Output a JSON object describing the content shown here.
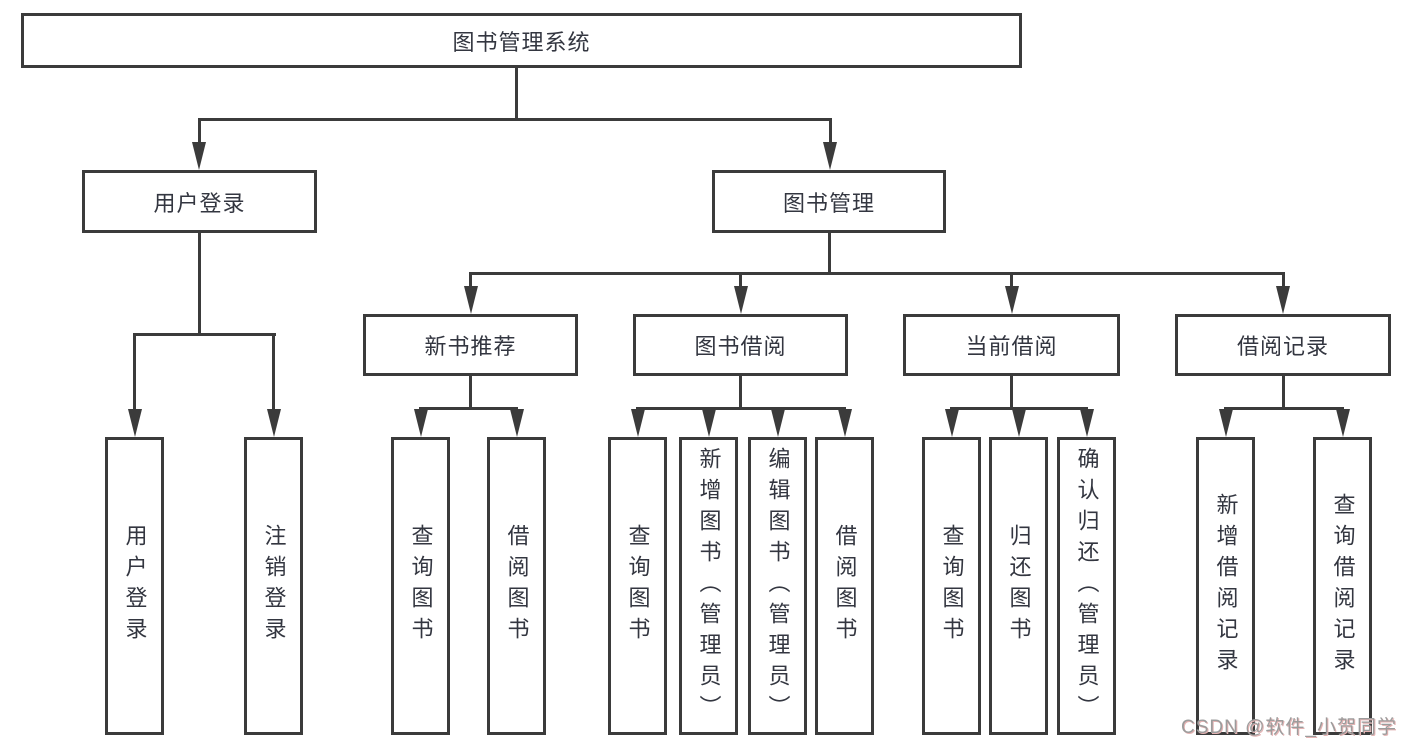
{
  "diagram": {
    "root": {
      "label": "图书管理系统"
    },
    "level2": [
      {
        "label": "用户登录",
        "children": [
          "用户登录",
          "注销登录"
        ]
      },
      {
        "label": "图书管理",
        "children": [
          {
            "label": "新书推荐",
            "children": [
              "查询图书",
              "借阅图书"
            ]
          },
          {
            "label": "图书借阅",
            "children": [
              "查询图书",
              "新增图书（管理员）",
              "编辑图书（管理员）",
              "借阅图书"
            ]
          },
          {
            "label": "当前借阅",
            "children": [
              "查询图书",
              "归还图书",
              "确认归还（管理员）"
            ]
          },
          {
            "label": "借阅记录",
            "children": [
              "新增借阅记录",
              "查询借阅记录"
            ]
          }
        ]
      }
    ]
  },
  "watermark": {
    "text": "CSDN @软件_小贺同学"
  },
  "colors": {
    "line": "#3b3b3b",
    "text": "#333640",
    "background": "#ffffff",
    "watermark": "#9c9c9c"
  }
}
